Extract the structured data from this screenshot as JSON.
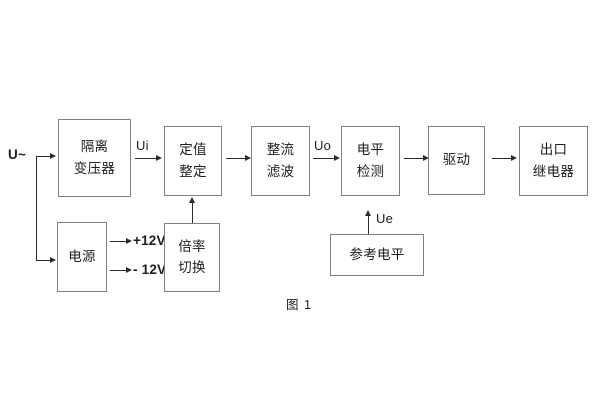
{
  "figure": {
    "caption": "图 1",
    "background_color": "#ffffff",
    "box_border_color": "#808080",
    "line_color": "#2b2b2b",
    "text_color": "#1d1d1d"
  },
  "blocks": [
    {
      "id": "isolation-transformer",
      "lines": [
        "隔离",
        "变压器"
      ]
    },
    {
      "id": "setting-value",
      "lines": [
        "定值",
        "整定"
      ]
    },
    {
      "id": "rectify-filter",
      "lines": [
        "整流",
        "滤波"
      ]
    },
    {
      "id": "level-detection",
      "lines": [
        "电平",
        "检测"
      ]
    },
    {
      "id": "driver",
      "lines": [
        "驱动"
      ]
    },
    {
      "id": "output-relay",
      "lines": [
        "出口",
        "继电器"
      ]
    },
    {
      "id": "power-supply",
      "lines": [
        "电源"
      ]
    },
    {
      "id": "multiplier-switch",
      "lines": [
        "倍率",
        "切换"
      ]
    },
    {
      "id": "reference-level",
      "lines": [
        "参考电平"
      ]
    }
  ],
  "signals": {
    "input_source": "U~",
    "ui": "Ui",
    "uo": "Uo",
    "ue": "Ue",
    "rail_positive": "+12V",
    "rail_negative": "- 12V"
  }
}
